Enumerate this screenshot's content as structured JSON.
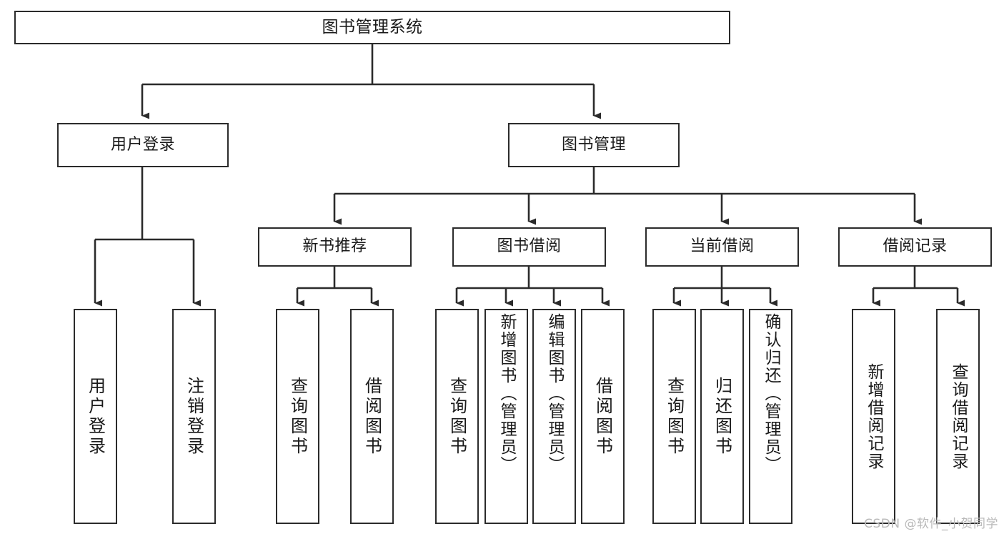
{
  "diagram": {
    "title": "图书管理系统",
    "type": "tree-structure-chart",
    "stroke_color": "#2b2b2b",
    "text_color": "#1a1a1a",
    "background_color": "#ffffff"
  },
  "watermark": {
    "text": "CSDN @软件_小贺同学",
    "color": "#b9b9b9"
  },
  "nodes": {
    "root": {
      "label": "图书管理系统"
    },
    "level1": [
      {
        "label": "用户登录"
      },
      {
        "label": "图书管理"
      }
    ],
    "level2": [
      {
        "label": "新书推荐"
      },
      {
        "label": "图书借阅"
      },
      {
        "label": "当前借阅"
      },
      {
        "label": "借阅记录"
      }
    ],
    "leaves": {
      "user_login": [
        {
          "label": "用户登录"
        },
        {
          "label": "注销登录"
        }
      ],
      "new_book": [
        {
          "label": "查询图书"
        },
        {
          "label": "借阅图书"
        }
      ],
      "borrow": [
        {
          "label": "查询图书"
        },
        {
          "label": "新增图书（管理员）"
        },
        {
          "label": "编辑图书（管理员）"
        },
        {
          "label": "借阅图书"
        }
      ],
      "current": [
        {
          "label": "查询图书"
        },
        {
          "label": "归还图书"
        },
        {
          "label": "确认归还（管理员）"
        }
      ],
      "records": [
        {
          "label": "新增借阅记录"
        },
        {
          "label": "查询借阅记录"
        }
      ]
    }
  },
  "chart_data": {
    "type": "tree",
    "title": "图书管理系统",
    "nodes": [
      {
        "label": "图书管理系统",
        "level": 0,
        "children": [
          {
            "label": "用户登录",
            "level": 1,
            "children": [
              {
                "label": "用户登录",
                "level": 2
              },
              {
                "label": "注销登录",
                "level": 2
              }
            ]
          },
          {
            "label": "图书管理",
            "level": 1,
            "children": [
              {
                "label": "新书推荐",
                "level": 2,
                "children": [
                  {
                    "label": "查询图书",
                    "level": 3
                  },
                  {
                    "label": "借阅图书",
                    "level": 3
                  }
                ]
              },
              {
                "label": "图书借阅",
                "level": 2,
                "children": [
                  {
                    "label": "查询图书",
                    "level": 3
                  },
                  {
                    "label": "新增图书（管理员）",
                    "level": 3
                  },
                  {
                    "label": "编辑图书（管理员）",
                    "level": 3
                  },
                  {
                    "label": "借阅图书",
                    "level": 3
                  }
                ]
              },
              {
                "label": "当前借阅",
                "level": 2,
                "children": [
                  {
                    "label": "查询图书",
                    "level": 3
                  },
                  {
                    "label": "归还图书",
                    "level": 3
                  },
                  {
                    "label": "确认归还（管理员）",
                    "level": 3
                  }
                ]
              },
              {
                "label": "借阅记录",
                "level": 2,
                "children": [
                  {
                    "label": "新增借阅记录",
                    "level": 3
                  },
                  {
                    "label": "查询借阅记录",
                    "level": 3
                  }
                ]
              }
            ]
          }
        ]
      }
    ]
  }
}
